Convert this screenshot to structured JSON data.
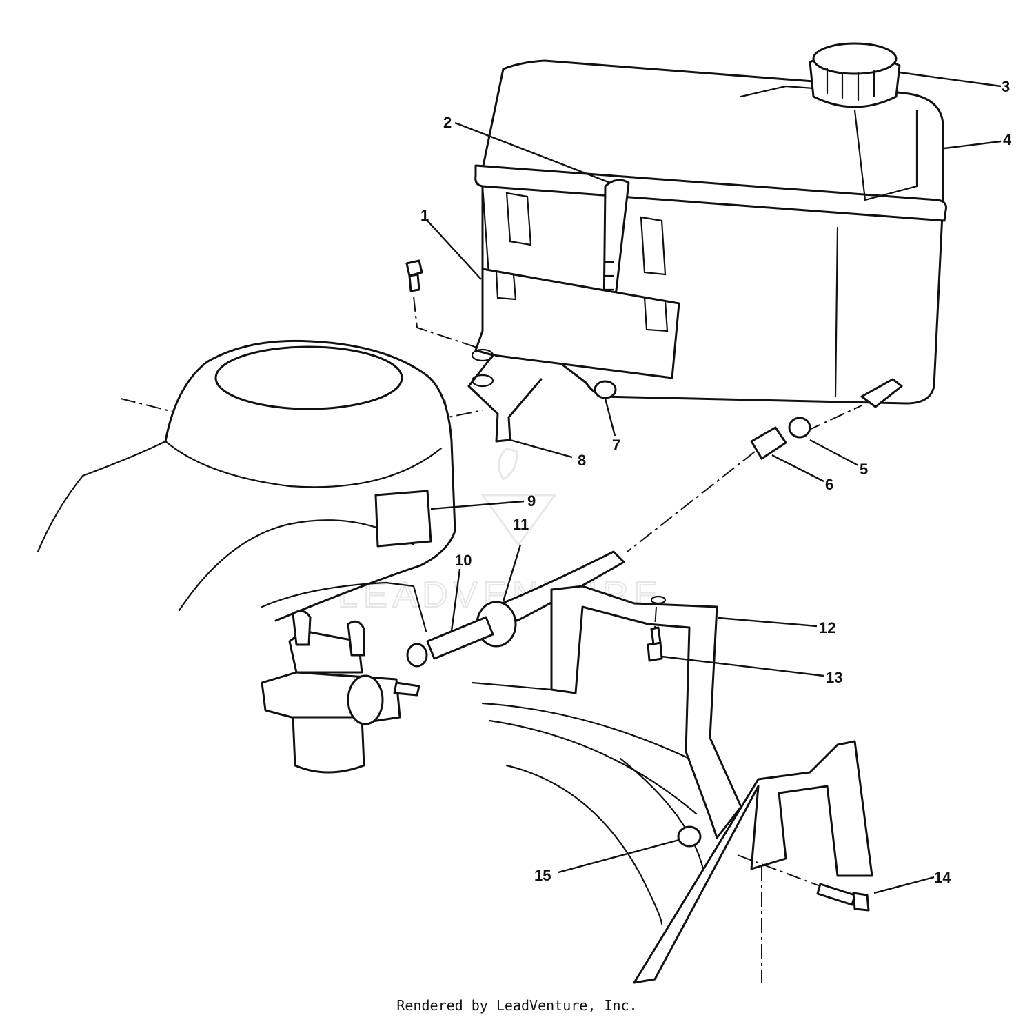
{
  "diagram": {
    "callouts": [
      {
        "label": "1",
        "part": "mounting-bracket"
      },
      {
        "label": "2",
        "part": "strap"
      },
      {
        "label": "3",
        "part": "fuel-cap"
      },
      {
        "label": "4",
        "part": "fuel-tank"
      },
      {
        "label": "5",
        "part": "hose-clamp"
      },
      {
        "label": "6",
        "part": "fuel-filter"
      },
      {
        "label": "7",
        "part": "nut"
      },
      {
        "label": "8",
        "part": "support-bracket"
      },
      {
        "label": "9",
        "part": "decal"
      },
      {
        "label": "10",
        "part": "fuel-line-fitting"
      },
      {
        "label": "11",
        "part": "fuel-line"
      },
      {
        "label": "12",
        "part": "frame-bracket"
      },
      {
        "label": "13",
        "part": "screw"
      },
      {
        "label": "14",
        "part": "bolt"
      },
      {
        "label": "15",
        "part": "lock-nut"
      }
    ],
    "watermark": "LEADVENTURE"
  },
  "footer": {
    "text": "Rendered by LeadVenture, Inc."
  }
}
